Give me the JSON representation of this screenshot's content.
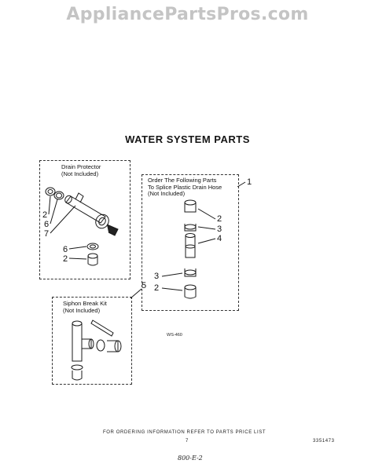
{
  "watermark": "AppliancePartsPros.com",
  "title": "WATER SYSTEM PARTS",
  "drain_protector": {
    "line1": "Drain Protector",
    "line2": "(Not Included)",
    "callouts": [
      "2",
      "6",
      "7",
      "6",
      "2"
    ]
  },
  "splice_kit": {
    "line1": "Order The Following Parts",
    "line2": "To Splice Plastic Drain Hose",
    "line3": "(Not Included)",
    "ref": "1",
    "callouts": [
      "2",
      "3",
      "4",
      "3",
      "2"
    ]
  },
  "siphon_kit": {
    "line1": "Siphon Break Kit",
    "line2": "(Not Included)",
    "ref": "5"
  },
  "figure_code": "WS-460",
  "footer": {
    "ordering_note": "FOR ORDERING INFORMATION REFER TO PARTS PRICE LIST",
    "page_number": "7",
    "part_number": "3351473",
    "handwritten": "800-E-2"
  }
}
